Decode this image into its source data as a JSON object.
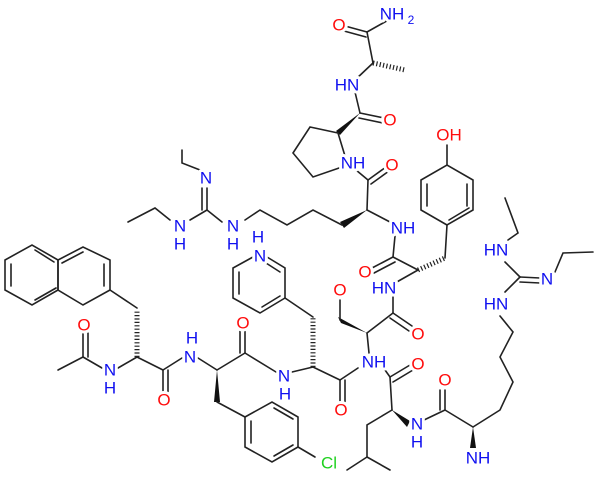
{
  "title": "Peptide structure (Ac-D-Nal-D-Phe(4-Cl)-D-Pal-Ser-Tyr-D-hArg(Et2)-Leu-hArg(Et2)-Pro-D-Ala-NH2)",
  "colors": {
    "nitrogen": "#1010f0",
    "oxygen": "#ff0d0d",
    "chlorine": "#1fd11f",
    "bond": "#222222"
  },
  "labels": {
    "ala_nh2": "NH",
    "ala_nh2_sub": "2",
    "ala_o": "O",
    "ala_nh": "HN",
    "pro_co_o": "O",
    "pro_nh": "NH",
    "harg1_co_o": "O",
    "tyr_oh": "OH",
    "guan1_eq_n": "N",
    "guan1_nh_left_n": "N",
    "guan1_nh_left_h": "H",
    "guan1_nh_right_n": "N",
    "guan1_nh_right_h": "H",
    "harg1_nh": "NH",
    "tyr_co_o": "O",
    "tyr_nh": "HN",
    "pyr_n": "N",
    "pyr_h": "H",
    "ser_o": "O",
    "ser_co_o": "O",
    "ser_nh": "NH",
    "pal_co_o": "O",
    "leu_co_o": "O",
    "guan2_nh_top": "HN",
    "guan2_eq_n": "N",
    "guan2_nh_bottom": "HN",
    "harg2_co_o": "O",
    "leu_nh_n": "N",
    "leu_nh_h": "H",
    "harg2_nh": "NH",
    "ac_o": "O",
    "nal_nh_n": "N",
    "nal_nh_h": "H",
    "nal_co_o": "O",
    "phe_nh_n": "N",
    "phe_nh_h": "H",
    "phe_co_o": "O",
    "pal_nh_n": "N",
    "pal_nh_h": "H",
    "cl": "Cl"
  }
}
